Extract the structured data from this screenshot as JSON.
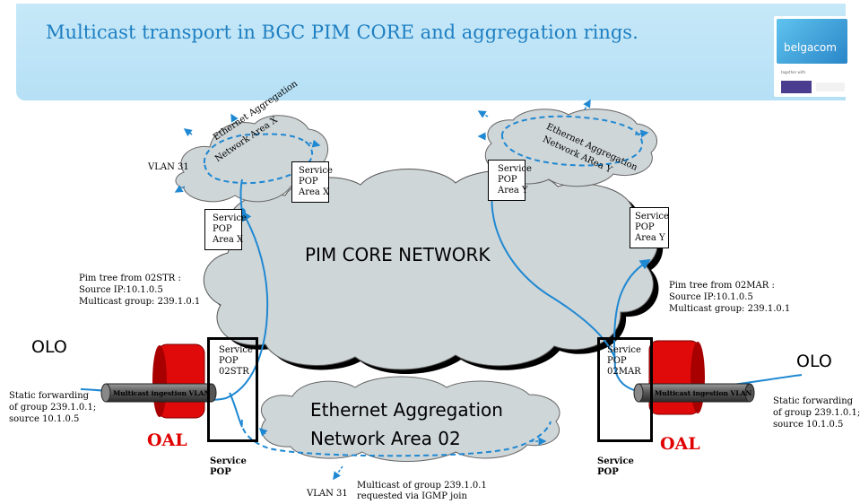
{
  "slide": {
    "title": "Multicast transport in BGC PIM CORE and aggregation rings.",
    "logo_word": "belgacom",
    "logo_tagline": "together with"
  },
  "clouds": {
    "core": "PIM CORE NETWORK",
    "area_x": [
      "Ethernet Aggregation",
      "Network Area X"
    ],
    "area_y": [
      "Ethernet Aggregation",
      "Network ARea Y"
    ],
    "area_02": [
      "Ethernet  Aggregation",
      "Network Area 02"
    ]
  },
  "pops": {
    "area_x_top": [
      "Service",
      "POP",
      "Area X"
    ],
    "area_x_left": [
      "Service",
      "POP",
      "Area X"
    ],
    "area_y_top": [
      "Service",
      "POP",
      "Area Y"
    ],
    "area_y_right": [
      "Service",
      "POP",
      "Area Y"
    ],
    "str": [
      "Service",
      "POP",
      "02STR"
    ],
    "mar": [
      "Service",
      "POP",
      "02MAR"
    ]
  },
  "labels": {
    "vlan31_top": "VLAN 31",
    "vlan31_bottom": "VLAN 31",
    "pim_left": [
      "Pim tree from 02STR :",
      "Source IP:10.1.0.5",
      "Multicast group: 239.1.0.1"
    ],
    "pim_right": [
      "Pim tree from 02MAR :",
      "Source IP:10.1.0.5",
      "Multicast group: 239.1.0.1"
    ],
    "olo_left": "OLO",
    "olo_right": "OLO",
    "oal_left": "OAL",
    "oal_right": "OAL",
    "static_left": [
      "Static forwarding",
      "of group 239.1.0.1;",
      "source 10.1.0.5"
    ],
    "static_right": [
      "Static forwarding",
      "of group 239.1.0.1;",
      "source 10.1.0.5"
    ],
    "ingestion_left": "Multicast ingestion VLAN",
    "ingestion_right": "Multicast ingestion VLAN",
    "service_pop_left": [
      "Service",
      "POP"
    ],
    "service_pop_right": [
      "Service",
      "POP"
    ],
    "igmp": [
      "Multicast of group 239.1.0.1",
      "requested via IGMP join"
    ]
  },
  "colors": {
    "header_bg": "#bfe4f7",
    "title": "#1e7fc2",
    "cloud_fill": "#cfd6d8",
    "flow": "#1f88d2",
    "oal": "#e00000",
    "router_red": "#e10a0a"
  }
}
